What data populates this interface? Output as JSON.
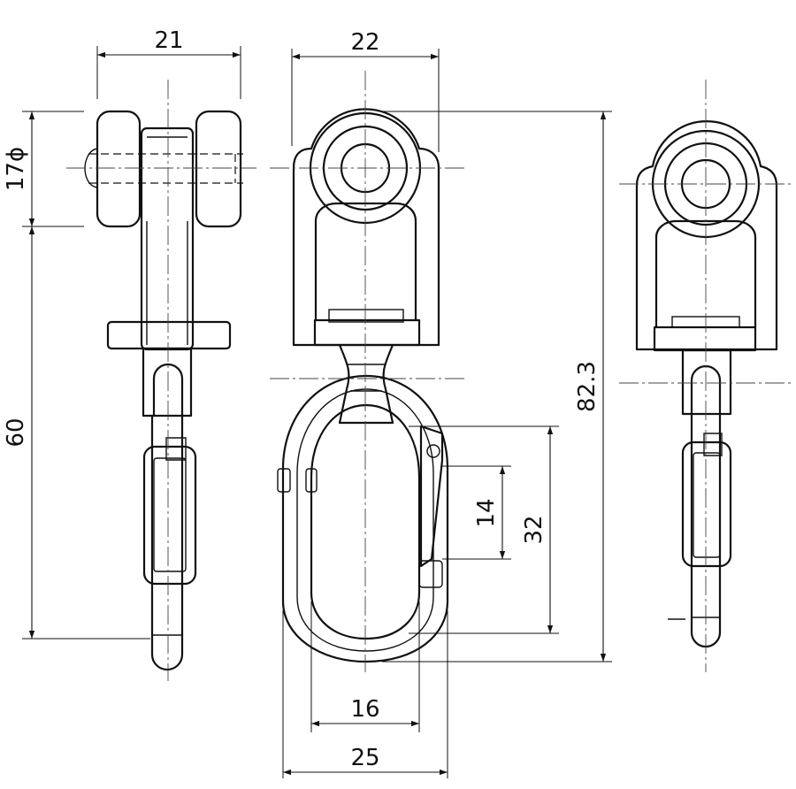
{
  "drawing": {
    "dimensions": {
      "width_side": "21",
      "width_front_head": "22",
      "wheel_diameter": "17ϕ",
      "height_lower": "60",
      "total_height": "82.3",
      "gate_opening": "14",
      "inner_length": "32",
      "inner_width": "16",
      "outer_width": "25"
    }
  }
}
